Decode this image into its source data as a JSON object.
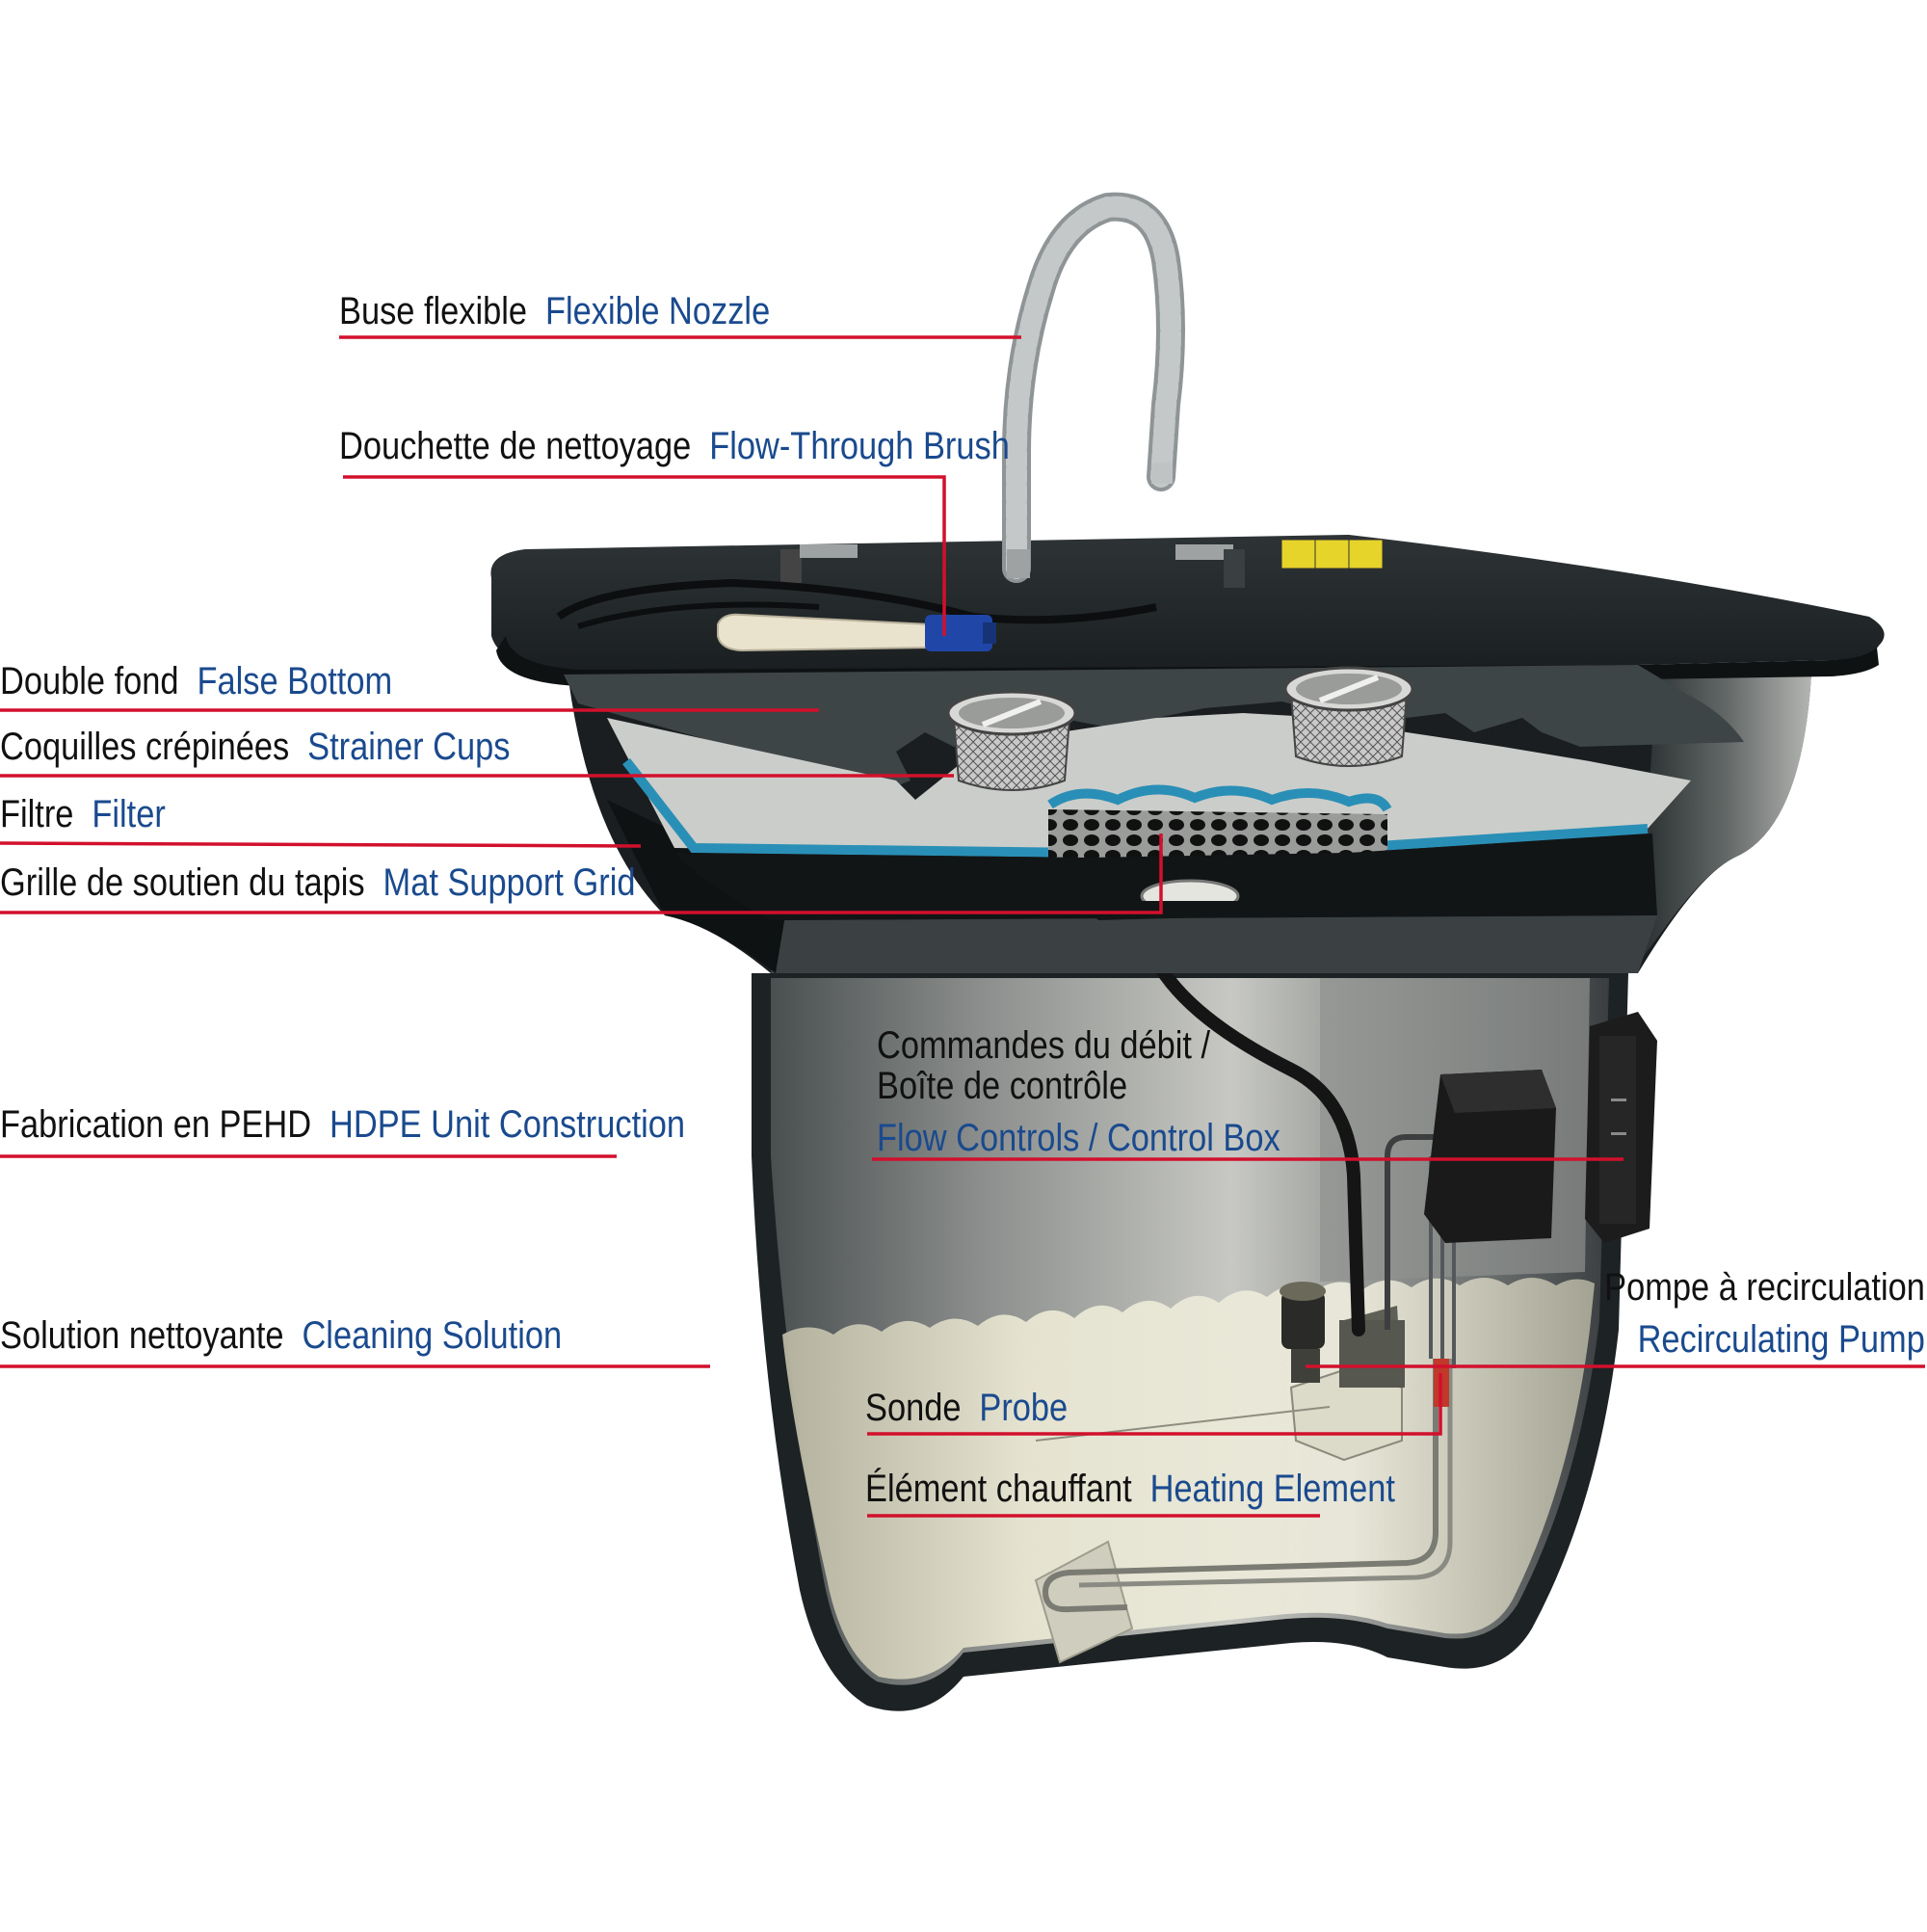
{
  "colors": {
    "leader": "#d2102c",
    "french_text": "#111111",
    "english_text": "#1a4a8e",
    "tub_outer": "#2b3133",
    "tub_top": "#1f2426",
    "tub_interior": "#c9cbc6",
    "solution": "#e8e6cf",
    "filter_blue": "#2a8fb6",
    "nozzle": "#b8bcbf",
    "control_box": "#1c1c1c"
  },
  "labels": {
    "flexible_nozzle": {
      "fr": "Buse flexible",
      "en": "Flexible Nozzle"
    },
    "flow_through_brush": {
      "fr": "Douchette de nettoyage",
      "en": "Flow-Through Brush"
    },
    "false_bottom": {
      "fr": "Double fond",
      "en": "False Bottom"
    },
    "strainer_cups": {
      "fr": "Coquilles crépinées",
      "en": "Strainer Cups"
    },
    "filter": {
      "fr": "Filtre",
      "en": "Filter"
    },
    "mat_support_grid": {
      "fr": "Grille de soutien du tapis",
      "en": "Mat Support Grid"
    },
    "hdpe_construction": {
      "fr": "Fabrication en PEHD",
      "en": "HDPE Unit Construction"
    },
    "cleaning_solution": {
      "fr": "Solution nettoyante",
      "en": "Cleaning Solution"
    },
    "flow_controls": {
      "fr_line1": "Commandes du débit /",
      "fr_line2": "Boîte de contrôle",
      "en": "Flow Controls / Control Box"
    },
    "recirculating_pump": {
      "fr": "Pompe à recirculation",
      "en": "Recirculating Pump"
    },
    "probe": {
      "fr": "Sonde",
      "en": "Probe"
    },
    "heating_element": {
      "fr": "Élément chauffant",
      "en": "Heating Element"
    }
  }
}
